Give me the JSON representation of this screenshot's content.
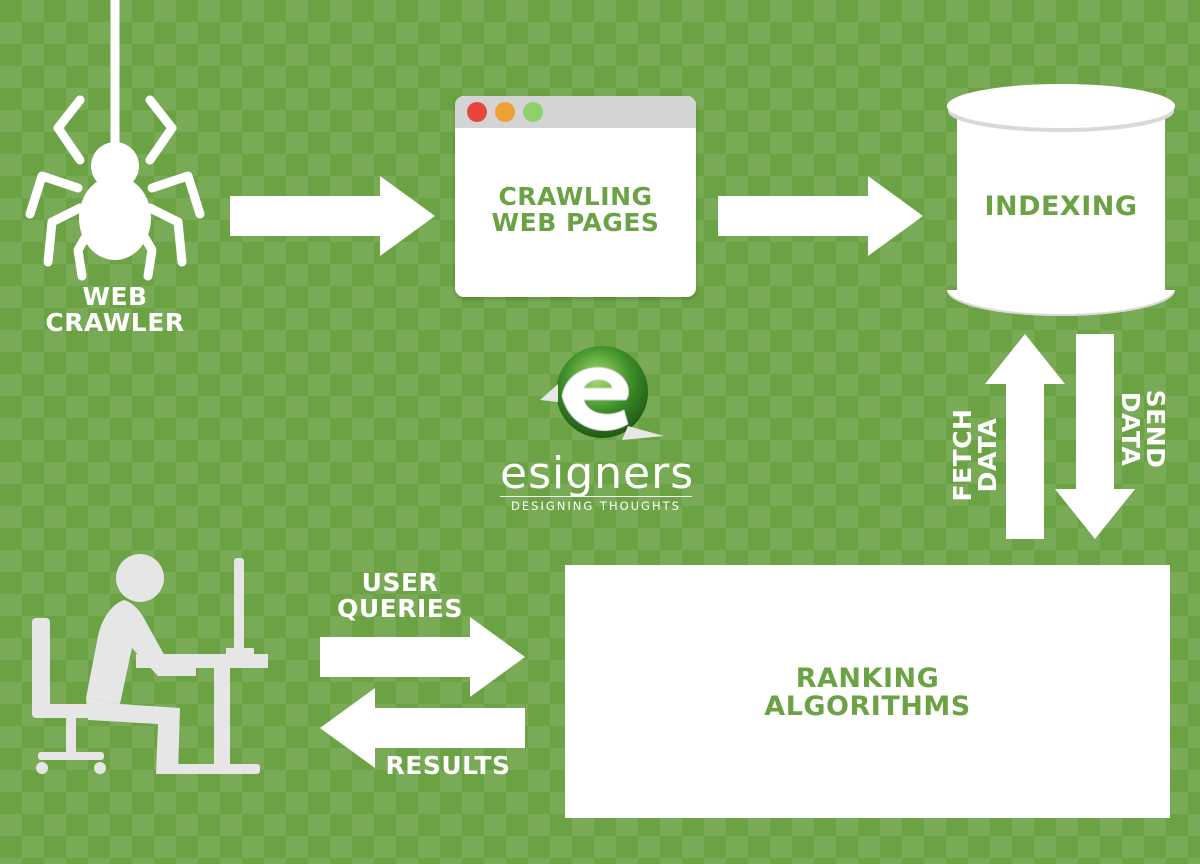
{
  "colors": {
    "background": "#6aa244",
    "panel": "#ffffff",
    "text_on_panel": "#6aa244",
    "window_red": "#e8463c",
    "window_orange": "#f0a133",
    "window_green": "#8fd06a"
  },
  "icons": {
    "crawler": "spider-icon",
    "user": "user-at-desk-icon",
    "logo": "esigners-logo-icon",
    "window": "browser-window-icon",
    "database": "database-cylinder-icon"
  },
  "nodes": {
    "crawler": "WEB\nCRAWLER",
    "crawling": "CRAWLING\nWEB PAGES",
    "indexing": "INDEXING",
    "ranking": "RANKING\nALGORITHMS"
  },
  "edges": {
    "fetch": "FETCH\nDATA",
    "send": "SEND\nDATA",
    "queries": "USER\nQUERIES",
    "results": "RESULTS"
  },
  "logo": {
    "name": "esigners",
    "tagline": "DESIGNING THOUGHTS"
  }
}
